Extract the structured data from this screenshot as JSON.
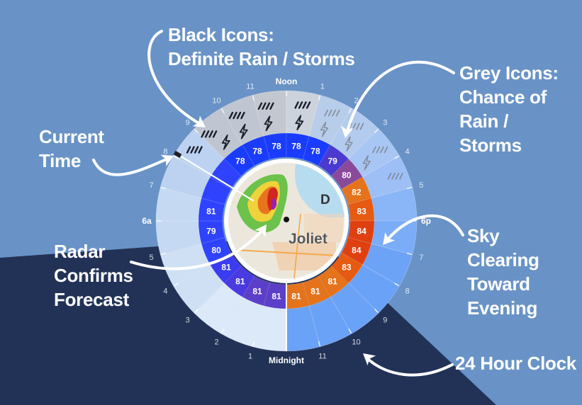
{
  "background_color": "#6993c6",
  "lower_band_color": "#223257",
  "callouts": {
    "black_icons": {
      "line1": "Black Icons:",
      "line2": "Definite Rain / Storms"
    },
    "grey_icons": {
      "line1": "Grey Icons:",
      "line2": "Chance of",
      "line3": "Rain /",
      "line4": "Storms"
    },
    "current_time": {
      "line1": "Current",
      "line2": "Time"
    },
    "radar": {
      "line1": "Radar",
      "line2": "Confirms",
      "line3": "Forecast"
    },
    "sky_clearing": {
      "line1": "Sky",
      "line2": "Clearing",
      "line3": "Toward",
      "line4": "Evening"
    },
    "clock": {
      "line1": "24 Hour Clock"
    }
  },
  "clock": {
    "hour_labels": [
      "Midnight",
      "1",
      "2",
      "3",
      "4",
      "5",
      "6a",
      "7",
      "8",
      "9",
      "10",
      "11",
      "Noon",
      "1",
      "2",
      "3",
      "4",
      "5",
      "6p",
      "7",
      "8",
      "9",
      "10",
      "11"
    ],
    "bold_hours": [
      0,
      6,
      12,
      18
    ],
    "current_hour": 8.1,
    "sky_cover_colors": [
      "#dbe9f9",
      "#dbe9f9",
      "#dbe9f9",
      "#cfe0f5",
      "#cfe0f5",
      "#c6d9f3",
      "#c6d9f3",
      "#bcd2f0",
      "#bcd2f0",
      "#bfc6d2",
      "#bfc6d2",
      "#c3c8d0",
      "#ccd3dd",
      "#b8cdea",
      "#b3cbef",
      "#a8c6f3",
      "#9dbff6",
      "#8ab5f7",
      "#7aacf8",
      "#6da3f7",
      "#6aa2f7",
      "#6aa2f7",
      "#6aa2f7",
      "#6aa2f7"
    ],
    "temperatures": [
      81,
      81,
      81,
      81,
      80,
      79,
      81,
      null,
      null,
      78,
      78,
      78,
      78,
      78,
      79,
      80,
      82,
      83,
      84,
      84,
      83,
      81,
      81,
      81
    ],
    "temperature_colors": [
      "#5b3fc8",
      "#5b3fc8",
      "#4a3ae0",
      "#3b3cf0",
      "#2f43ff",
      "#2f43ff",
      "#2f43ff",
      "#2f43ff",
      "#2f43ff",
      "#1a3cff",
      "#1a3cff",
      "#1a3cff",
      "#1a3cff",
      "#1a3cff",
      "#4b3ad0",
      "#8a4a9a",
      "#e4731c",
      "#e65a12",
      "#e04010",
      "#e04010",
      "#e65a12",
      "#e4731c",
      "#e4731c",
      "#e4731c"
    ],
    "precip_icons": [
      {
        "hour": 8.5,
        "type": "rain",
        "definite": true
      },
      {
        "hour": 9.2,
        "type": "rain",
        "definite": true
      },
      {
        "hour": 9.5,
        "type": "storm",
        "definite": true
      },
      {
        "hour": 10.3,
        "type": "rain",
        "definite": true
      },
      {
        "hour": 10.3,
        "type": "storm",
        "definite": true
      },
      {
        "hour": 11.3,
        "type": "rain",
        "definite": true
      },
      {
        "hour": 11.3,
        "type": "storm",
        "definite": true
      },
      {
        "hour": 12.5,
        "type": "rain",
        "definite": true
      },
      {
        "hour": 12.5,
        "type": "storm",
        "definite": true
      },
      {
        "hour": 13.5,
        "type": "rain",
        "definite": false
      },
      {
        "hour": 13.5,
        "type": "storm",
        "definite": false
      },
      {
        "hour": 14.4,
        "type": "rain",
        "definite": false
      },
      {
        "hour": 14.6,
        "type": "storm",
        "definite": false
      },
      {
        "hour": 15.5,
        "type": "rain",
        "definite": false
      },
      {
        "hour": 15.6,
        "type": "storm",
        "definite": false
      },
      {
        "hour": 16.5,
        "type": "rain",
        "definite": false
      }
    ]
  },
  "radar": {
    "city_label": "Joliet",
    "map_letter": "D"
  }
}
